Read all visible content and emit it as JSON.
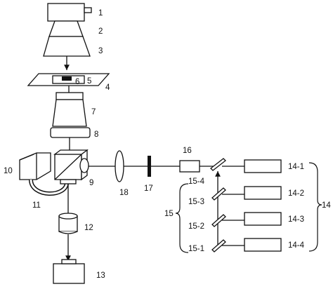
{
  "labels": {
    "l1": "1",
    "l2": "2",
    "l3": "3",
    "l4": "4",
    "l5": "5",
    "l6": "6",
    "l7": "7",
    "l8": "8",
    "l9": "9",
    "l10": "10",
    "l11": "11",
    "l12": "12",
    "l13": "13",
    "l14": "14",
    "l14_1": "14-1",
    "l14_2": "14-2",
    "l14_3": "14-3",
    "l14_4": "14-4",
    "l15": "15",
    "l15_1": "15-1",
    "l15_2": "15-2",
    "l15_3": "15-3",
    "l15_4": "15-4",
    "l16": "16",
    "l17": "17",
    "l18": "18"
  }
}
